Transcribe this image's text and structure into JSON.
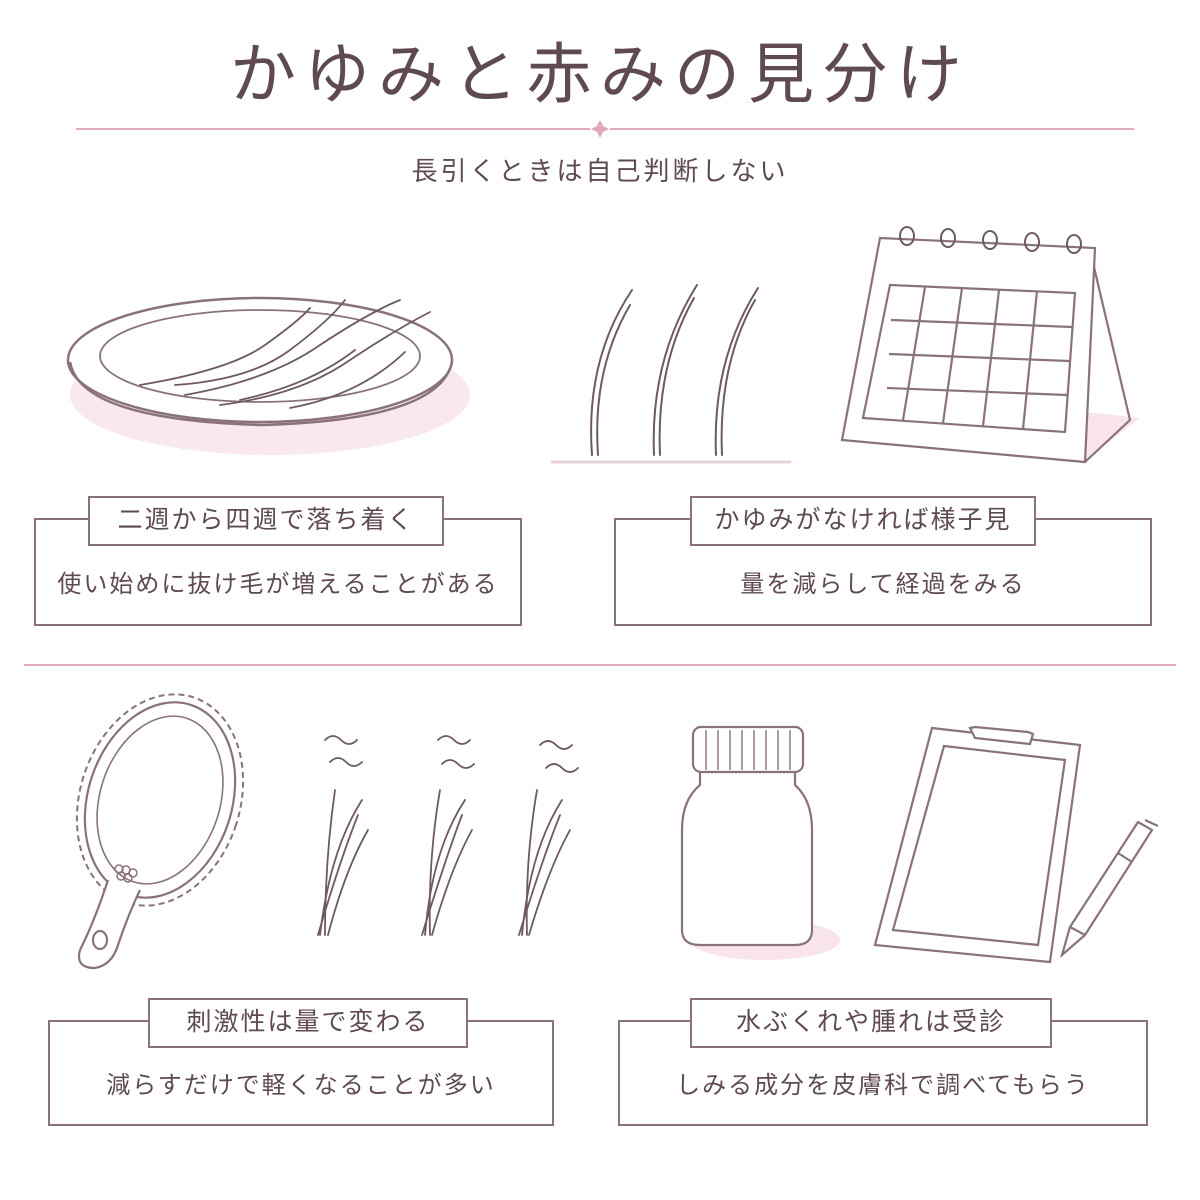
{
  "header": {
    "title": "かゆみと赤みの見分け",
    "subtitle": "長引くときは自己判断しない"
  },
  "colors": {
    "text": "#5e4a4f",
    "line": "#8a7378",
    "accent": "#e2a9bd",
    "shadow": "#f8e4ea"
  },
  "cards": [
    {
      "label": "二週から四週で落ち着く",
      "text": "使い始めに抜け毛が増えることがある",
      "icons": [
        "plate-icon",
        "lashes-icon"
      ]
    },
    {
      "label": "かゆみがなければ様子見",
      "text": "量を減らして経過をみる",
      "icons": [
        "growing-lashes-icon",
        "calendar-icon"
      ]
    },
    {
      "label": "刺激性は量で変わる",
      "text": "減らすだけで軽くなることが多い",
      "icons": [
        "hand-mirror-icon",
        "wavy-lashes-icon"
      ]
    },
    {
      "label": "水ぶくれや腫れは受診",
      "text": "しみる成分を皮膚科で調べてもらう",
      "icons": [
        "bottle-icon",
        "clipboard-icon",
        "pen-icon"
      ]
    }
  ]
}
